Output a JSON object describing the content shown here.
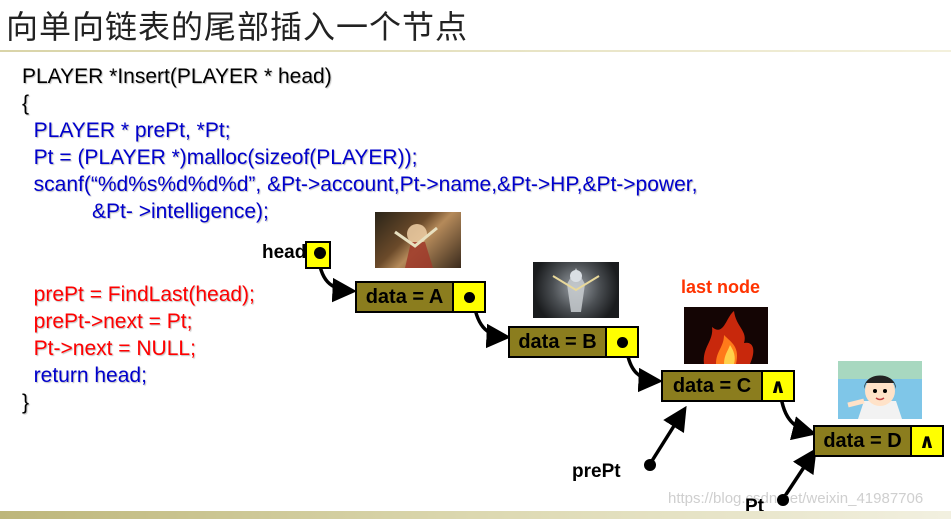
{
  "title": "向单向链表的尾部插入一个节点",
  "code": [
    {
      "text": "PLAYER *Insert(PLAYER * head)",
      "color": "black"
    },
    {
      "text": "{",
      "color": "black"
    },
    {
      "text": "  PLAYER * prePt, *Pt;",
      "color": "blue"
    },
    {
      "text": "  Pt = (PLAYER *)malloc(sizeof(PLAYER));",
      "color": "blue"
    },
    {
      "text": "  scanf(“%d%s%d%d%d”, &Pt->account,Pt->name,&Pt->HP,&Pt->power,",
      "color": "blue"
    },
    {
      "text": "            &Pt- >intelligence);",
      "color": "blue"
    },
    {
      "text": "",
      "color": "black"
    },
    {
      "text": "  prePt = FindLast(head);",
      "color": "red"
    },
    {
      "text": "  prePt->next = Pt;",
      "color": "red"
    },
    {
      "text": "  Pt->next = NULL;",
      "color": "red"
    },
    {
      "text": "  return head;",
      "color": "blue"
    },
    {
      "text": "}",
      "color": "black"
    }
  ],
  "diagram": {
    "head_label": "head",
    "nodes": [
      {
        "data": "data = A",
        "next": "pointer"
      },
      {
        "data": "data = B",
        "next": "pointer"
      },
      {
        "data": "data = C",
        "next": "∧"
      },
      {
        "data": "data = D",
        "next": "∧"
      }
    ],
    "last_node_label": "last node",
    "prePt_label": "prePt",
    "Pt_label": "Pt",
    "pictures": [
      "warrior-thumbnail",
      "armored-knight-thumbnail",
      "fire-demon-thumbnail",
      "cartoon-girl-thumbnail"
    ]
  },
  "colors": {
    "node_fill": "#8b7d1e",
    "pointer_fill": "#ffff00",
    "code_black": "#000000",
    "code_blue": "#0000cc",
    "code_red": "#ff0000",
    "last_node_text": "#ff3300"
  },
  "watermark": "https://blog.csdn.net/weixin_41987706"
}
